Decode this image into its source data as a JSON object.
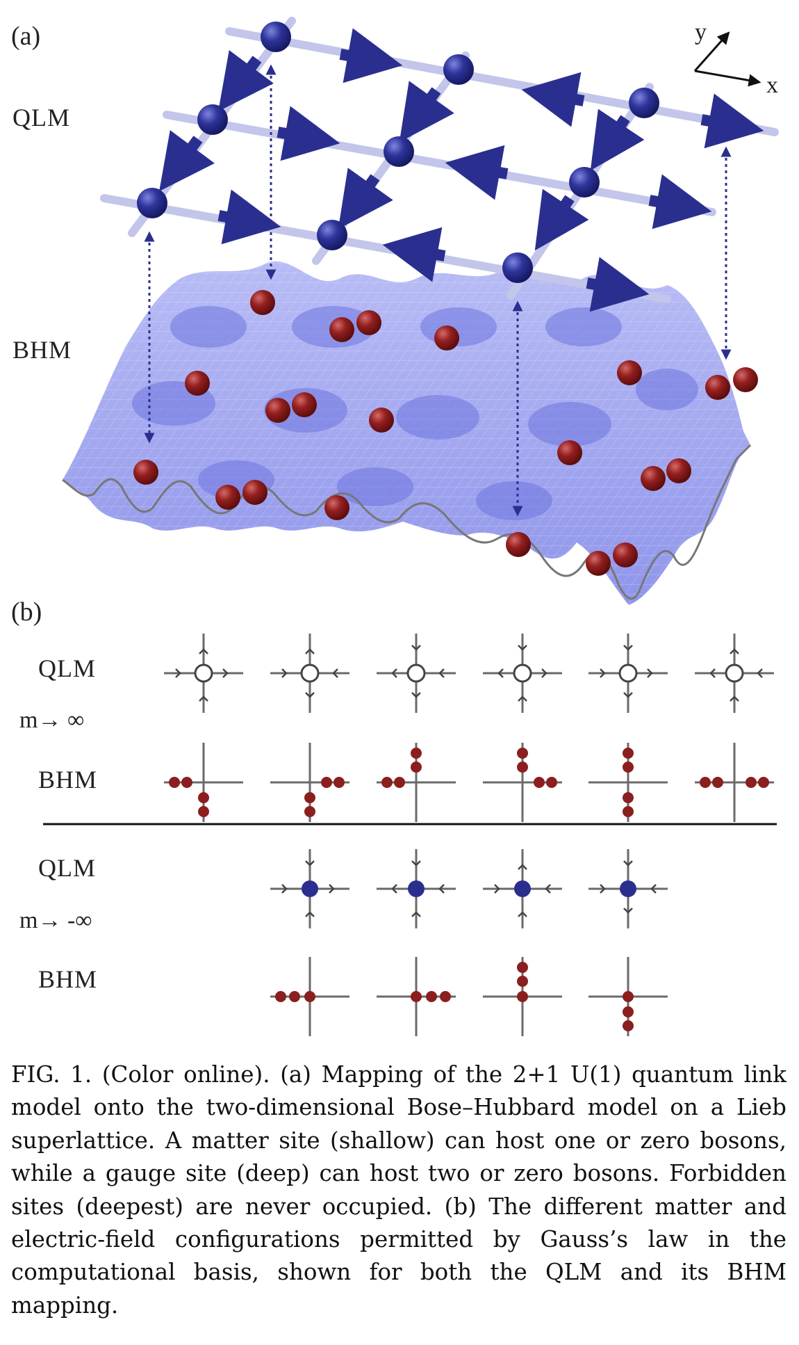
{
  "panel_a": {
    "label": "(a)",
    "qlm_label": "QLM",
    "bhm_label": "BHM",
    "axis_y": "y",
    "axis_x": "x"
  },
  "panel_b": {
    "label": "(b)",
    "top": {
      "qlm_label": "QLM",
      "mass_label": "m→ ∞",
      "bhm_label": "BHM"
    },
    "bottom": {
      "qlm_label": "QLM",
      "mass_label": "m→ -∞",
      "bhm_label": "BHM"
    }
  },
  "caption": "FIG. 1. (Color online). (a) Mapping of the 2+1 U(1) quantum link model onto the two-dimensional Bose–Hubbard model on a Lieb superlattice. A matter site (shallow) can host one or zero bosons, while a gauge site (deep) can host two or zero bosons. Forbidden sites (deepest) are never occupied. (b) The different matter and electric-field configurations permitted by Gauss’s law in the computational basis, shown for both the QLM and its BHM mapping.",
  "colors": {
    "matter_site": "#2a2f8f",
    "boson": "#8b1e1e",
    "lattice_line": "#c3c6ea",
    "surface": "#9ea3ef",
    "vertex_line": "#6a6a6a"
  }
}
